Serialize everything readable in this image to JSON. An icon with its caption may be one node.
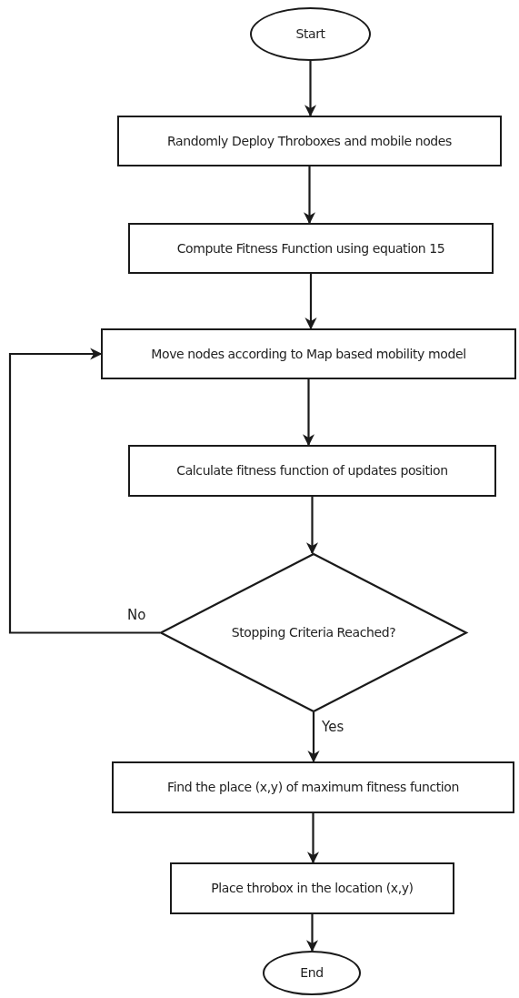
{
  "diagram": {
    "nodes": [
      {
        "text": [
          "Start"
        ]
      },
      {
        "text": [
          "Randomly Deploy Throboxes and mobile nodes"
        ]
      },
      {
        "text": [
          "Compute Fitness Function using equation 15"
        ]
      },
      {
        "text": [
          "Move nodes according to Map based mobility model"
        ]
      },
      {
        "text": [
          "Calculate fitness function of updates position"
        ]
      },
      {
        "text": [
          "Stopping Criteria Reached?"
        ]
      },
      {
        "text": [
          "Find the place (x,y) of maximum fitness function"
        ]
      },
      {
        "text": [
          "Place throbox in the location (x,y)"
        ]
      },
      {
        "text": [
          "End"
        ]
      }
    ],
    "edges": [
      {
        "from": 0,
        "to": 1,
        "arrow": "to"
      },
      {
        "from": 1,
        "to": 2,
        "arrow": "to"
      },
      {
        "from": 2,
        "to": 3,
        "arrow": "to"
      },
      {
        "from": 3,
        "to": 4,
        "arrow": "to"
      },
      {
        "from": 4,
        "to": 5,
        "arrow": "to"
      },
      {
        "from": 5,
        "to": 3,
        "label": "No",
        "arrow": "to"
      },
      {
        "from": 5,
        "to": 6,
        "label": "Yes",
        "arrow": "to"
      },
      {
        "from": 6,
        "to": 7,
        "arrow": "to"
      },
      {
        "from": 7,
        "to": 8,
        "arrow": "to"
      }
    ]
  }
}
